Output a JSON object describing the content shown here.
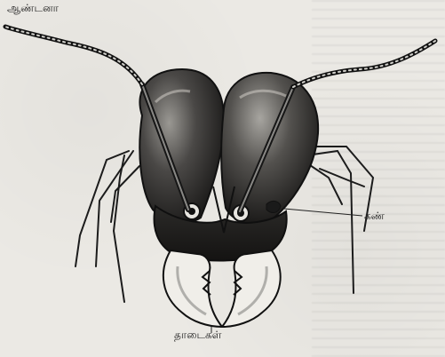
{
  "labels": {
    "antenna": "ஆண்டனா",
    "eye": "கண்",
    "mandibles": "தாடைகள்"
  },
  "colors": {
    "ink": "#1c1c1c",
    "paper": "#ebe9e4"
  }
}
